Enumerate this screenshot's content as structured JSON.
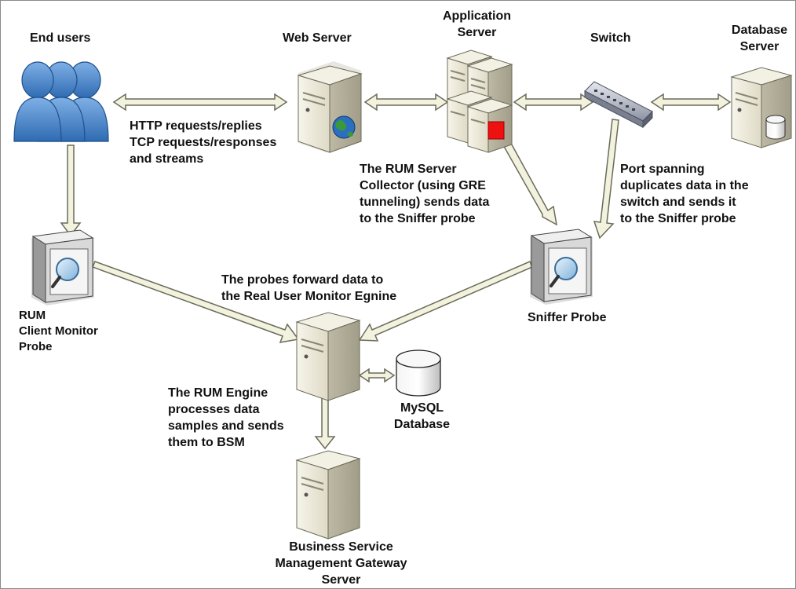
{
  "labels": {
    "end_users": "End users",
    "web_server": "Web Server",
    "application_server_line1": "Application",
    "application_server_line2": "Server",
    "switch": "Switch",
    "database_server_line1": "Database",
    "database_server_line2": "Server",
    "http_line1": "HTTP requests/replies",
    "http_line2": "TCP requests/responses",
    "http_line3": "and streams",
    "rum_collector_line1": "The RUM Server",
    "rum_collector_line2": "Collector (using GRE",
    "rum_collector_line3": "tunneling) sends data",
    "rum_collector_line4": "to the Sniffer probe",
    "port_span_line1": "Port spanning",
    "port_span_line2": "duplicates data in the",
    "port_span_line3": "switch and sends it",
    "port_span_line4": "to the Sniffer probe",
    "probes_forward_line1": "The probes forward data to",
    "probes_forward_line2": "the Real User Monitor  Egnine",
    "sniffer_probe": "Sniffer Probe",
    "rum_client_line1": "RUM",
    "rum_client_line2": "Client Monitor",
    "rum_client_line3": "Probe",
    "rum_engine_line1": "The RUM Engine",
    "rum_engine_line2": "processes data",
    "rum_engine_line3": "samples and sends",
    "rum_engine_line4": "them to BSM",
    "mysql_line1": "MySQL",
    "mysql_line2": "Database",
    "bsm_line1": "Business Service",
    "bsm_line2": "Management Gateway",
    "bsm_line3": "Server"
  },
  "colors": {
    "arrow_fill": "#f2f2df",
    "arrow_stroke": "#6b6b5a",
    "user_blue": "#4a86c8",
    "server_body": "#e9e6d6",
    "server_side": "#c9c5b1",
    "probe_lens": "#9fc8e8",
    "alert_red": "#ee1111",
    "globe_green": "#3a9a3a",
    "globe_blue": "#2a6fc0"
  },
  "icons": {
    "end_users": "users-group-icon",
    "web_server": "web-server-globe-icon",
    "app_server": "server-cluster-icon",
    "switch": "network-switch-icon",
    "db_server": "database-server-icon",
    "rum_client_probe": "probe-magnifier-icon",
    "sniffer_probe": "probe-magnifier-icon",
    "rum_engine": "server-tower-icon",
    "mysql_db": "database-cylinder-icon",
    "bsm_server": "server-tower-icon"
  }
}
